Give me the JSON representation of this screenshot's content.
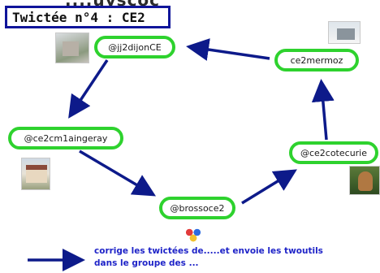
{
  "header": {
    "top_cut_text": "....uyscoc",
    "title": "Twictée n°4 : CE2"
  },
  "nodes": [
    {
      "id": "n1",
      "label": "@jj2dijonCE"
    },
    {
      "id": "n2",
      "label": "ce2mermoz"
    },
    {
      "id": "n3",
      "label": "@ce2cm1aingeray"
    },
    {
      "id": "n4",
      "label": "@ce2cotecurie"
    },
    {
      "id": "n5",
      "label": "@brossoce2"
    }
  ],
  "edges": [
    {
      "from": "@jj2dijonCE",
      "to": "@ce2cm1aingeray"
    },
    {
      "from": "@ce2cm1aingeray",
      "to": "@brossoce2"
    },
    {
      "from": "@brossoce2",
      "to": "@ce2cotecurie"
    },
    {
      "from": "@ce2cotecurie",
      "to": "ce2mermoz"
    },
    {
      "from": "ce2mermoz",
      "to": "@jj2dijonCE"
    }
  ],
  "legend": {
    "line1": "corrige les twictées de.....et envoie les twoutils",
    "line2": "dans le groupe des ..."
  },
  "colors": {
    "title_border": "#10159a",
    "node_border": "#2ed22e",
    "arrow": "#0d1a8a",
    "legend_text": "#1f24c8"
  }
}
